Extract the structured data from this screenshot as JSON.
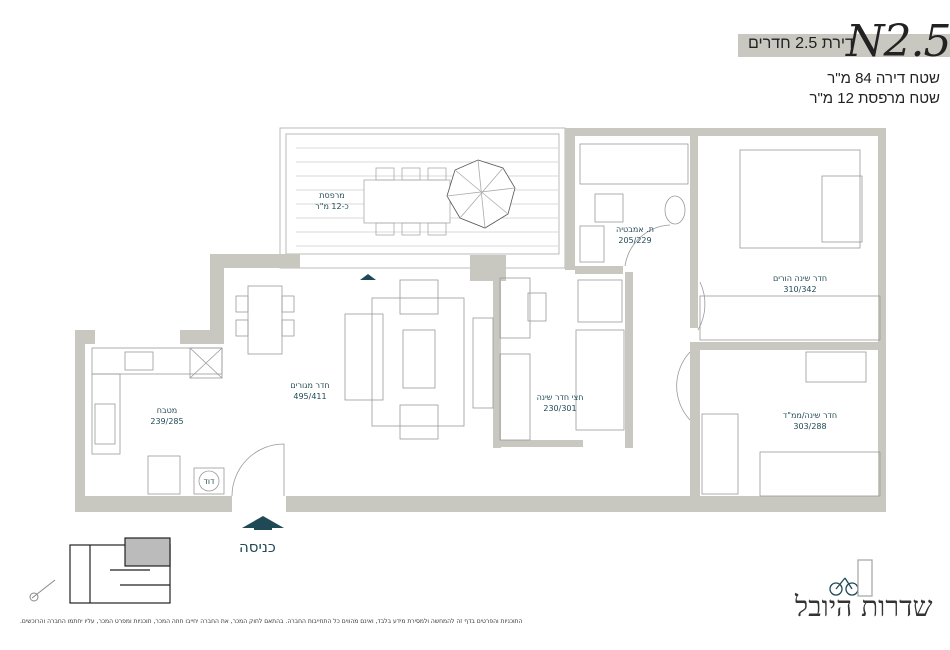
{
  "header": {
    "apartment_code": "N2.5",
    "apartment_type": "דירת 2.5 חדרים",
    "apartment_area": "שטח דירה 84 מ\"ר",
    "balcony_area": "שטח מרפסת 12 מ\"ר"
  },
  "rooms": [
    {
      "name": "מרפסת",
      "size": "כ-12 מ\"ר"
    },
    {
      "name": "ת. אמבטיה",
      "size": "205/229"
    },
    {
      "name": "חדר שינה הורים",
      "size": "310/342"
    },
    {
      "name": "חדר מגורים",
      "size": "495/411"
    },
    {
      "name": "חצי חדר שינה",
      "size": "230/301"
    },
    {
      "name": "חדר שינה/ממ\"ד",
      "size": "303/288"
    },
    {
      "name": "מטבח",
      "size": "239/285"
    },
    {
      "name": "דוד",
      "size": ""
    }
  ],
  "entrance_label": "כניסה",
  "brand": "שדרות היובל",
  "disclaimer": "התוכניות והפרטים בדף זה להמחשה ולמסירת מידע בלבד, ואינם מהווים כל התחייבות החברה. בהתאם לחוק המכר, את החברה יחייבו חוזה המכר, תוכניות ומפרט המכר, עליו יחתמו החברה והרוכשים.",
  "colors": {
    "wall": "#c9c8c0",
    "label": "#1f4a55",
    "line": "#9a9a9a"
  }
}
